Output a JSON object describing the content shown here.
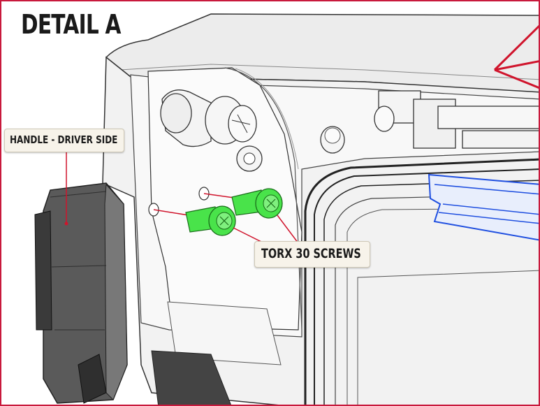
{
  "title": "DETAIL A",
  "callouts": {
    "handle": "HANDLE - DRIVER SIDE",
    "screws": "TORX 30 SCREWS"
  },
  "colors": {
    "frame": "#c8193c",
    "leader": "#d0142c",
    "screw": "#49e34a",
    "highlight_part": "#1f4fe0",
    "callout_bg": "#f7f3ea"
  }
}
